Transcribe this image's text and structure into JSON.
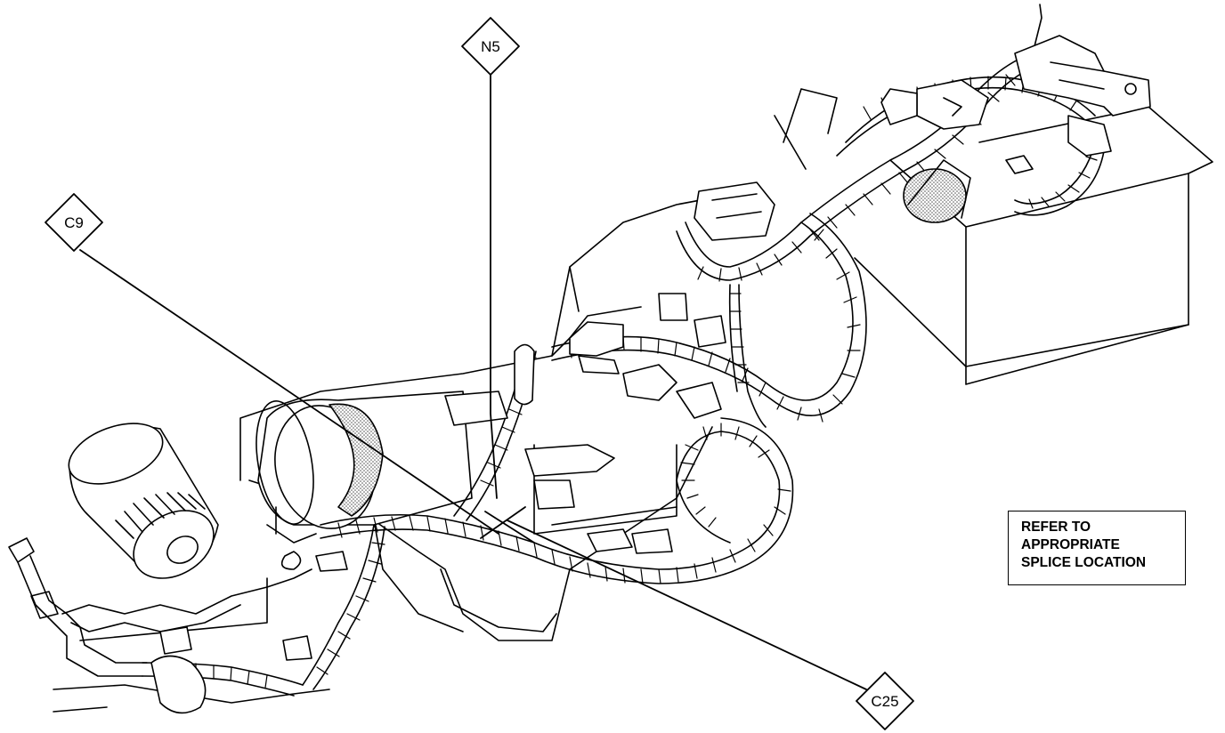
{
  "callouts": {
    "n5": "N5",
    "c9": "C9",
    "c25": "C25"
  },
  "note": {
    "line1": "REFER TO",
    "line2": "APPROPRIATE",
    "line3": "SPLICE LOCATION"
  },
  "colors": {
    "ink": "#000000",
    "paper": "#ffffff",
    "shade": "#9a9a9a"
  }
}
